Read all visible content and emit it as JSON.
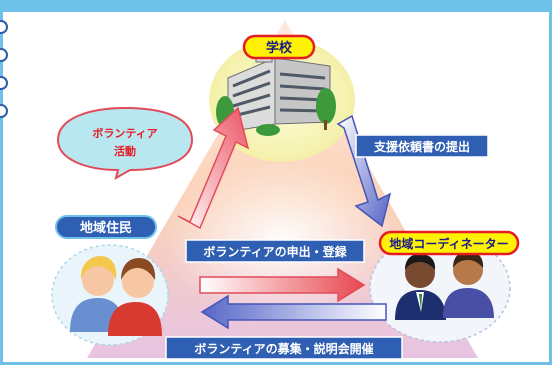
{
  "nodes": {
    "school": "学校",
    "residents": "地域住民",
    "coordinator": "地域コーディネーター"
  },
  "bubble": {
    "line1": "ボランティア",
    "line2": "活動"
  },
  "arrows": {
    "request": "支援依頼書の提出",
    "apply": "ボランティアの申出・登録",
    "recruit": "ボランティアの募集・説明会開催"
  },
  "colors": {
    "frame": "#6ec2ea",
    "label_fill": "#2f5fb2",
    "highlight_text": "#e51c24"
  }
}
